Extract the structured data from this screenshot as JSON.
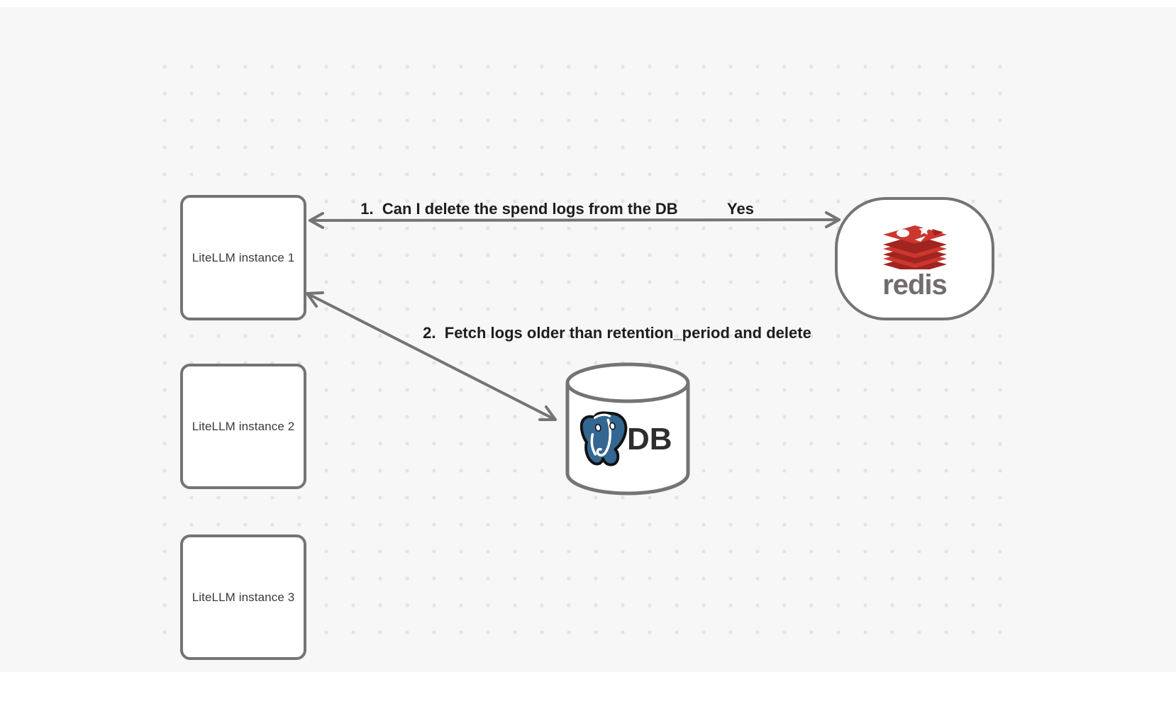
{
  "diagram": {
    "instances": [
      {
        "label": "LiteLLM instance 1"
      },
      {
        "label": "LiteLLM instance 2"
      },
      {
        "label": "LiteLLM instance 3"
      }
    ],
    "redis": {
      "wordmark": "redis"
    },
    "db": {
      "label": "DB"
    },
    "edges": {
      "edge1": {
        "question": "1.  Can I delete the spend logs from the DB",
        "answer": "Yes"
      },
      "edge2": {
        "label": "2.  Fetch logs older than retention_period and delete"
      }
    },
    "icons": [
      "redis-stack-logo",
      "postgresql-elephant-logo",
      "database-cylinder"
    ],
    "colors": {
      "background": "#f7f7f8",
      "dot": "#e4e4e7",
      "stroke": "#747474",
      "label_text": "#1d1d1f",
      "node_text": "#3a3a3a",
      "redis_red": "#cb362e",
      "redis_dark_red": "#a0241f",
      "redis_wordmark_gray": "#726d6d",
      "postgres_blue": "#336791",
      "db_text": "#2e2e2e",
      "node_fill": "#ffffff"
    }
  }
}
